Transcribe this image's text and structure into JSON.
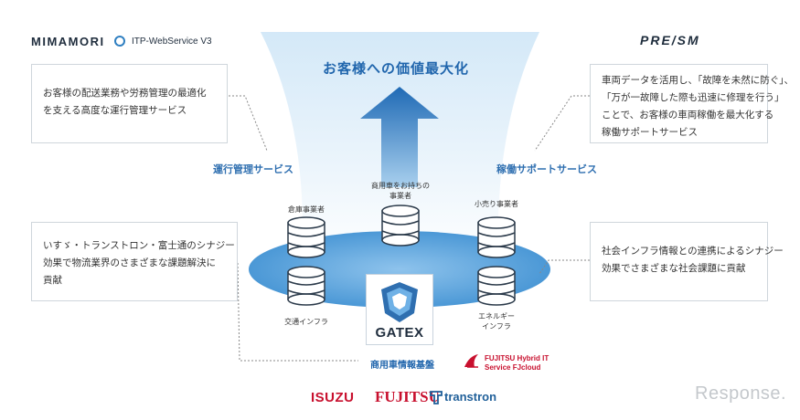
{
  "logos": {
    "mimamori": "MIMAMORI",
    "itp": "ITP-WebService V3",
    "preism": "PRE/SM",
    "gatex": "GATEX",
    "fujitsu_hybrid": [
      "FUJITSU Hybrid IT",
      "Service FJcloud"
    ],
    "isuzu": "ISUZU",
    "fujitsu": "FUJITSU",
    "transtron": "transtron",
    "response": "Response."
  },
  "headline": "お客様への価値最大化",
  "services": {
    "left": "運行管理サービス",
    "right": "稼働サポートサービス"
  },
  "boxes": {
    "top_left": [
      "お客様の配送業務や労務管理の最適化",
      "を支える高度な運行管理サービス"
    ],
    "top_right": [
      "車両データを活用し、「故障を未然に防ぐ」、",
      "「万が一故障した際も迅速に修理を行う」",
      "ことで、お客様の車両稼働を最大化する",
      "稼働サポートサービス"
    ],
    "bottom_left": [
      "いすゞ・トランストロン・富士通のシナジー",
      "効果で物流業界のさまざまな課題解決に",
      "貢献"
    ],
    "bottom_right": [
      "社会インフラ情報との連携によるシナジー",
      "効果でさまざまな社会課題に貢献"
    ]
  },
  "db_labels": {
    "warehouse": "倉庫事業者",
    "commercial": [
      "商用車をお持ちの",
      "事業者"
    ],
    "retail": "小売り事業者",
    "traffic": "交通インフラ",
    "energy": [
      "エネルギー",
      "インフラ"
    ]
  },
  "platform": "商用車情報基盤",
  "colors": {
    "accent_blue": "#2166ad",
    "brand_red": "#c8102e",
    "ellipse_blue": "#5aa5df"
  }
}
